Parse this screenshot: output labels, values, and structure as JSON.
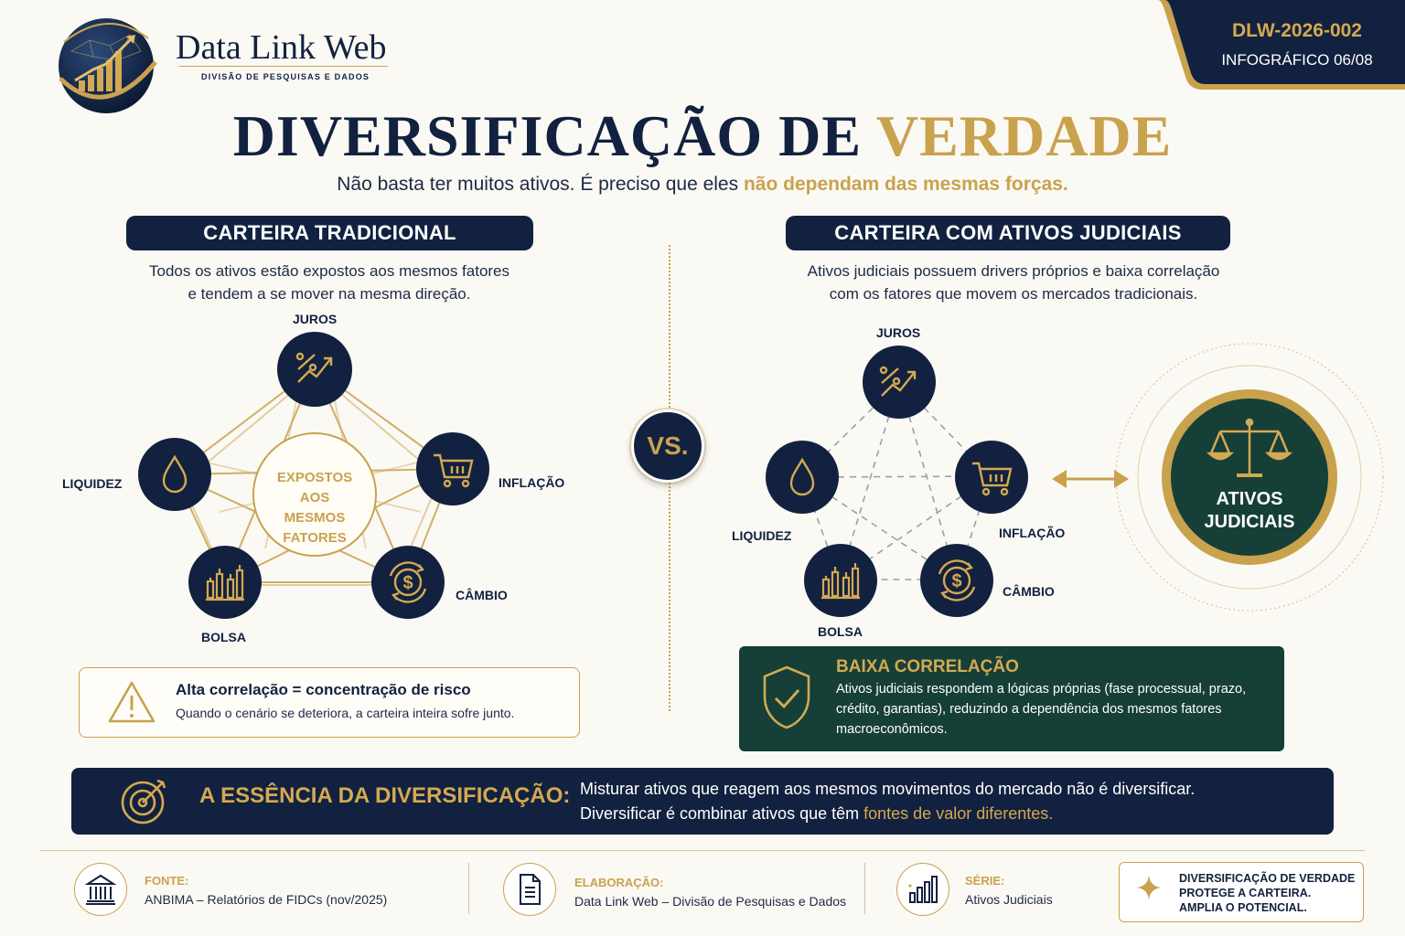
{
  "brand": {
    "name": "Data Link Web",
    "division": "DIVISÃO DE PESQUISAS E DADOS"
  },
  "doc_code": {
    "id": "DLW-2026-002",
    "label": "INFOGRÁFICO 06/08"
  },
  "title": {
    "part1": "DIVERSIFICAÇÃO DE",
    "part2": "VERDADE"
  },
  "subtitle": {
    "lead": "Não basta ter muitos ativos. É preciso que eles",
    "highlight": "não dependam das mesmas forças."
  },
  "left": {
    "header": "CARTEIRA TRADICIONAL",
    "desc_line1": "Todos os ativos estão expostos aos mesmos fatores",
    "desc_line2": "e tendem a se mover na mesma direção.",
    "center_line1": "EXPOSTOS",
    "center_line2": "AOS MESMOS",
    "center_line3": "FATORES",
    "factors": {
      "juros": "JUROS",
      "liquidez": "LIQUIDEZ",
      "inflacao": "INFLAÇÃO",
      "bolsa": "BOLSA",
      "cambio": "CÂMBIO"
    },
    "warning_title": "Alta correlação = concentração de risco",
    "warning_text": "Quando o cenário se deteriora, a carteira inteira sofre junto."
  },
  "vs_label": "VS.",
  "right": {
    "header": "CARTEIRA COM ATIVOS JUDICIAIS",
    "desc_line1": "Ativos judiciais possuem drivers próprios e baixa correlação",
    "desc_line2": "com os fatores que movem os mercados tradicionais.",
    "factors": {
      "juros": "JUROS",
      "liquidez": "LIQUIDEZ",
      "inflacao": "INFLAÇÃO",
      "bolsa": "BOLSA",
      "cambio": "CÂMBIO"
    },
    "asset_line1": "ATIVOS",
    "asset_line2": "JUDICIAIS",
    "low_corr_title": "BAIXA CORRELAÇÃO",
    "low_corr_text": "Ativos judiciais respondem a lógicas próprias (fase processual, prazo, crédito, garantias), reduzindo a dependência dos mesmos fatores macroeconômicos."
  },
  "essence": {
    "title": "A ESSÊNCIA DA DIVERSIFICAÇÃO:",
    "line1": "Misturar ativos que reagem aos mesmos movimentos do mercado não é diversificar.",
    "line2_lead": "Diversificar é combinar ativos que têm",
    "line2_highlight": "fontes de valor diferentes."
  },
  "footer": {
    "source_label": "FONTE:",
    "source_value": "ANBIMA – Relatórios de FIDCs (nov/2025)",
    "made_label": "ELABORAÇÃO:",
    "made_value": "Data Link Web – Divisão de Pesquisas e Dados",
    "series_label": "SÉRIE:",
    "series_value": "Ativos Judiciais",
    "motto_line1": "DIVERSIFICAÇÃO DE VERDADE",
    "motto_line2": "PROTEGE A CARTEIRA.",
    "motto_line3": "AMPLIA O POTENCIAL."
  },
  "colors": {
    "navy": "#12213f",
    "gold": "#c9a24e",
    "green": "#163f37",
    "background": "#fbf9f4"
  }
}
